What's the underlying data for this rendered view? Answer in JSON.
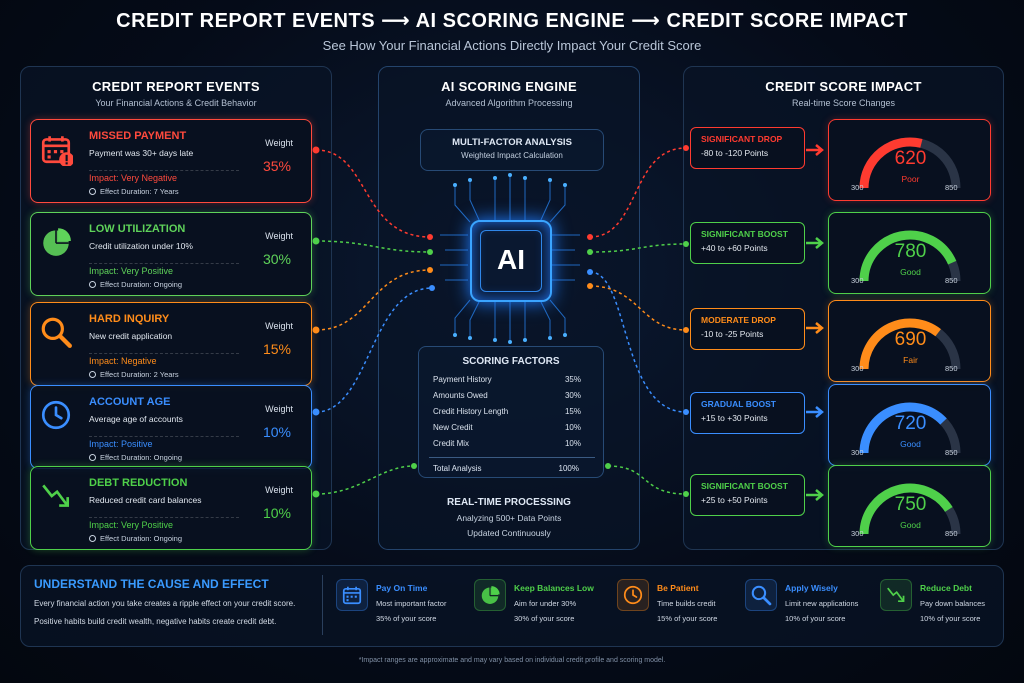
{
  "header": {
    "title": "CREDIT REPORT EVENTS ⟶ AI SCORING ENGINE ⟶ CREDIT SCORE IMPACT",
    "subtitle": "See How Your Financial Actions Directly Impact Your Credit Score"
  },
  "left_panel": {
    "title": "CREDIT REPORT EVENTS",
    "subtitle": "Your Financial Actions & Credit Behavior",
    "weight_label": "Weight",
    "events": [
      {
        "name": "MISSED PAYMENT",
        "desc": "Payment was 30+ days late",
        "impact": "Impact: Very Negative",
        "duration": "Effect Duration: 7 Years",
        "weight": "35%",
        "color": "#ff4a3d",
        "icon": "calendar-alert-icon"
      },
      {
        "name": "LOW UTILIZATION",
        "desc": "Credit utilization under 10%",
        "impact": "Impact: Very Positive",
        "duration": "Effect Duration: Ongoing",
        "weight": "30%",
        "color": "#5fd35a",
        "icon": "pie-chart-icon"
      },
      {
        "name": "HARD INQUIRY",
        "desc": "New credit application",
        "impact": "Impact: Negative",
        "duration": "Effect Duration: 2 Years",
        "weight": "15%",
        "color": "#ff8c1a",
        "icon": "magnifier-icon"
      },
      {
        "name": "ACCOUNT AGE",
        "desc": "Average age of accounts",
        "impact": "Impact: Positive",
        "duration": "Effect Duration: Ongoing",
        "weight": "10%",
        "color": "#3a8eff",
        "icon": "clock-icon"
      },
      {
        "name": "DEBT REDUCTION",
        "desc": "Reduced credit card balances",
        "impact": "Impact: Very Positive",
        "duration": "Effect Duration: Ongoing",
        "weight": "10%",
        "color": "#4fd04a",
        "icon": "trend-down-icon"
      }
    ]
  },
  "center_panel": {
    "title": "AI SCORING ENGINE",
    "subtitle": "Advanced Algorithm Processing",
    "analysis_title": "MULTI-FACTOR ANALYSIS",
    "analysis_sub": "Weighted Impact Calculation",
    "chip_label": "AI",
    "factors_title": "SCORING FACTORS",
    "factors": [
      {
        "name": "Payment History",
        "value": "35%"
      },
      {
        "name": "Amounts Owed",
        "value": "30%"
      },
      {
        "name": "Credit History Length",
        "value": "15%"
      },
      {
        "name": "New Credit",
        "value": "10%"
      },
      {
        "name": "Credit Mix",
        "value": "10%"
      }
    ],
    "total_label": "Total Analysis",
    "total_value": "100%",
    "realtime_title": "REAL-TIME PROCESSING",
    "realtime_l1": "Analyzing 500+ Data Points",
    "realtime_l2": "Updated Continuously"
  },
  "right_panel": {
    "title": "CREDIT SCORE IMPACT",
    "subtitle": "Real-time Score Changes",
    "results": [
      {
        "title": "SIGNIFICANT DROP",
        "range": "-80 to -120 Points",
        "score": "620",
        "label": "Poor",
        "min": "300",
        "max": "850",
        "level": 0.58,
        "color": "#ff3b30"
      },
      {
        "title": "SIGNIFICANT BOOST",
        "range": "+40 to +60 Points",
        "score": "780",
        "label": "Good",
        "min": "300",
        "max": "850",
        "level": 0.87,
        "color": "#4fd04a"
      },
      {
        "title": "MODERATE DROP",
        "range": "-10 to -25 Points",
        "score": "690",
        "label": "Fair",
        "min": "300",
        "max": "850",
        "level": 0.71,
        "color": "#ff8c1a"
      },
      {
        "title": "GRADUAL BOOST",
        "range": "+15 to +30 Points",
        "score": "720",
        "label": "Good",
        "min": "300",
        "max": "850",
        "level": 0.76,
        "color": "#3a8eff"
      },
      {
        "title": "SIGNIFICANT BOOST",
        "range": "+25 to +50 Points",
        "score": "750",
        "label": "Good",
        "min": "300",
        "max": "850",
        "level": 0.82,
        "color": "#4fd04a"
      }
    ]
  },
  "footer": {
    "title": "UNDERSTAND THE CAUSE AND EFFECT",
    "line1": "Every financial action you take creates a ripple effect on your credit score.",
    "line2": "Positive habits build credit wealth, negative habits create credit debt.",
    "tips": [
      {
        "title": "Pay On Time",
        "l1": "Most important factor",
        "l2": "35% of your score",
        "color": "#3a8eff",
        "icon": "calendar-icon"
      },
      {
        "title": "Keep Balances Low",
        "l1": "Aim for under 30%",
        "l2": "30% of your score",
        "color": "#4fd04a",
        "icon": "pie-chart-icon"
      },
      {
        "title": "Be Patient",
        "l1": "Time builds credit",
        "l2": "15% of your score",
        "color": "#ff8c1a",
        "icon": "clock-icon"
      },
      {
        "title": "Apply Wisely",
        "l1": "Limit new applications",
        "l2": "10% of your score",
        "color": "#3a8eff",
        "icon": "magnifier-icon"
      },
      {
        "title": "Reduce Debt",
        "l1": "Pay down balances",
        "l2": "10% of your score",
        "color": "#4fd04a",
        "icon": "trend-down-icon"
      }
    ],
    "disclaimer": "*Impact ranges are approximate and may vary based on individual credit profile and scoring model."
  }
}
